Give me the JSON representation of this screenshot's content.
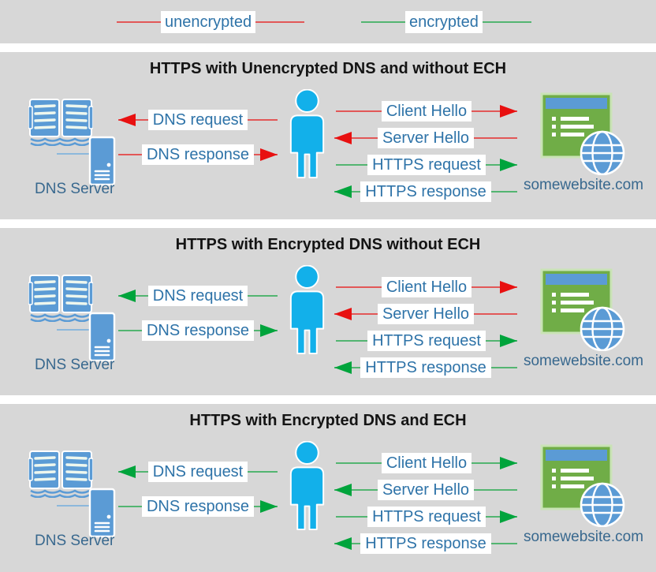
{
  "legend": {
    "items": [
      {
        "label": "unencrypted",
        "type": "unencrypted"
      },
      {
        "label": "encrypted",
        "type": "encrypted"
      }
    ]
  },
  "colors": {
    "panel_bg": "#d7d7d7",
    "unencrypted_line": "#e25757",
    "unencrypted_head": "#e81010",
    "encrypted_line": "#53b571",
    "encrypted_head": "#00a43c",
    "label_text": "#2e73a8",
    "caption_text": "#38688e",
    "person": "#12b0ea",
    "icon_blue": "#5b9bd5",
    "website_green": "#70ad47"
  },
  "panels": [
    {
      "title": "HTTPS with Unencrypted DNS and without ECH",
      "dns_server_label": "DNS Server",
      "website_label": "somewebsite.com",
      "messages": [
        {
          "label": "DNS request",
          "direction": "left",
          "encrypted": false
        },
        {
          "label": "DNS response",
          "direction": "right",
          "encrypted": false
        },
        {
          "label": "Client Hello",
          "direction": "right",
          "encrypted": false
        },
        {
          "label": "Server Hello",
          "direction": "left",
          "encrypted": false
        },
        {
          "label": "HTTPS request",
          "direction": "right",
          "encrypted": true
        },
        {
          "label": "HTTPS response",
          "direction": "left",
          "encrypted": true
        }
      ]
    },
    {
      "title": "HTTPS with Encrypted DNS without ECH",
      "dns_server_label": "DNS Server",
      "website_label": "somewebsite.com",
      "messages": [
        {
          "label": "DNS request",
          "direction": "left",
          "encrypted": true
        },
        {
          "label": "DNS response",
          "direction": "right",
          "encrypted": true
        },
        {
          "label": "Client Hello",
          "direction": "right",
          "encrypted": false
        },
        {
          "label": "Server Hello",
          "direction": "left",
          "encrypted": false
        },
        {
          "label": "HTTPS request",
          "direction": "right",
          "encrypted": true
        },
        {
          "label": "HTTPS response",
          "direction": "left",
          "encrypted": true
        }
      ]
    },
    {
      "title": "HTTPS with Encrypted DNS and ECH",
      "dns_server_label": "DNS Server",
      "website_label": "somewebsite.com",
      "messages": [
        {
          "label": "DNS request",
          "direction": "left",
          "encrypted": true
        },
        {
          "label": "DNS response",
          "direction": "right",
          "encrypted": true
        },
        {
          "label": "Client Hello",
          "direction": "right",
          "encrypted": true
        },
        {
          "label": "Server Hello",
          "direction": "left",
          "encrypted": true
        },
        {
          "label": "HTTPS request",
          "direction": "right",
          "encrypted": true
        },
        {
          "label": "HTTPS response",
          "direction": "left",
          "encrypted": true
        }
      ]
    }
  ]
}
